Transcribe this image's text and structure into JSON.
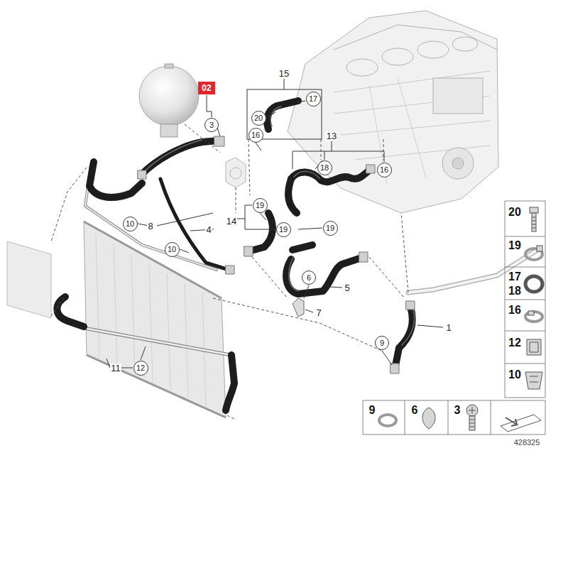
{
  "diagram": {
    "nodes": [
      {
        "text": [
          "02"
        ]
      },
      {
        "text": [
          "3"
        ]
      },
      {
        "text": [
          "17"
        ]
      },
      {
        "text": [
          "20"
        ]
      },
      {
        "text": [
          "16"
        ]
      },
      {
        "text": [
          "18"
        ]
      },
      {
        "text": [
          "16"
        ]
      },
      {
        "text": [
          "19"
        ]
      },
      {
        "text": [
          "19"
        ]
      },
      {
        "text": [
          "19"
        ]
      },
      {
        "text": [
          "10"
        ]
      },
      {
        "text": [
          "10"
        ]
      },
      {
        "text": [
          "6"
        ]
      },
      {
        "text": [
          "9"
        ]
      },
      {
        "text": [
          "12"
        ]
      }
    ],
    "labels": [
      "15",
      "13",
      "14",
      "8",
      "4",
      "5",
      "7",
      "1",
      "11",
      "20",
      "19",
      "17",
      "18",
      "16",
      "12",
      "10",
      "9",
      "6",
      "3",
      "428325"
    ]
  }
}
